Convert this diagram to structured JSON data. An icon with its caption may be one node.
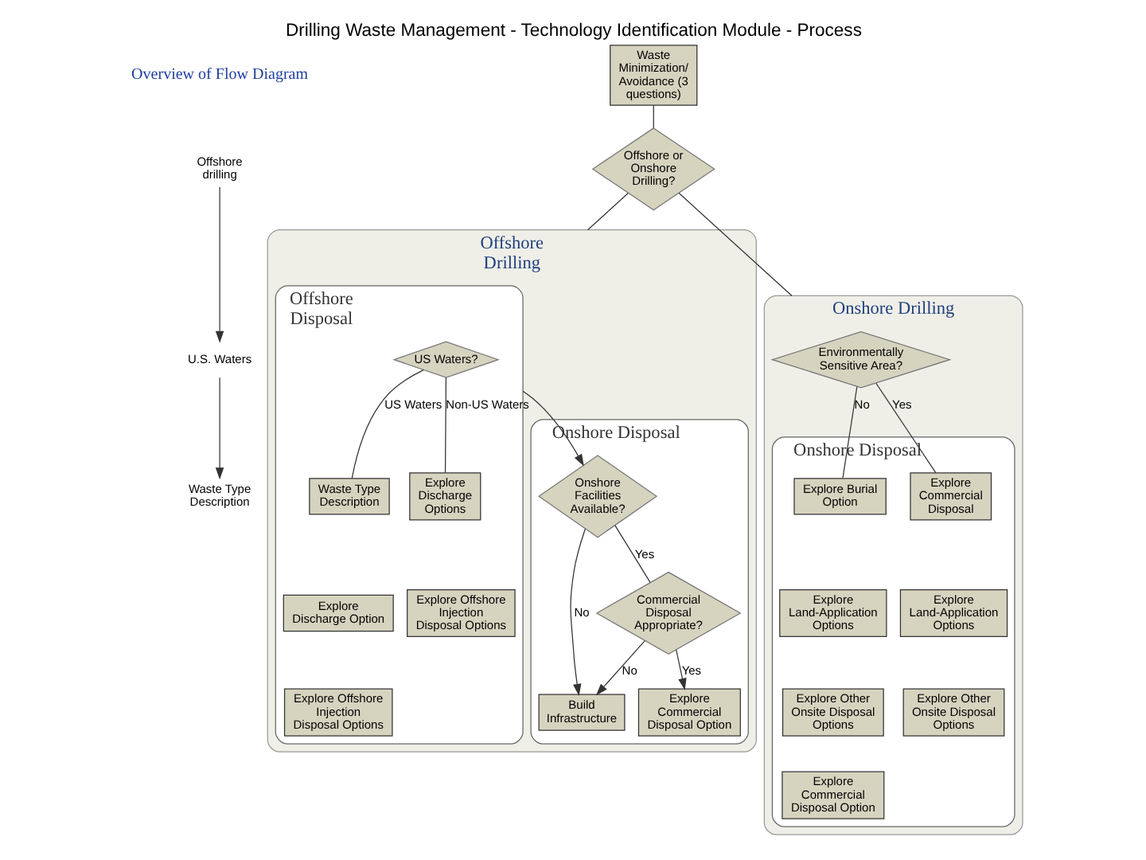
{
  "diagram": {
    "title": "Drilling Waste Management - Technology Identification Module - Process",
    "nodes": [
      {
        "text": [
          "Waste Minimization/ Avoidance (3 questions)"
        ]
      },
      {
        "text": [
          "Offshore or Onshore Drilling?"
        ]
      },
      {
        "text": [
          "Offshore Drilling"
        ]
      },
      {
        "text": [
          "Offshore Disposal"
        ],
        "in": 2
      },
      {
        "text": [
          "US Waters?"
        ],
        "in": 3
      },
      {
        "text": [
          "Waste Type Description"
        ],
        "in": 3
      },
      {
        "text": [
          "Explore Discharge Option"
        ],
        "in": 3
      },
      {
        "text": [
          "Explore Offshore Injection Disposal Options"
        ],
        "in": 3
      },
      {
        "text": [
          "Explore Discharge Options"
        ],
        "in": 3
      },
      {
        "text": [
          "Explore Offshore Injection Disposal Options"
        ],
        "in": 3
      },
      {
        "text": [
          "Onshore Disposal"
        ],
        "in": 2
      },
      {
        "text": [
          "Onshore Facilities Available?"
        ],
        "in": 10
      },
      {
        "text": [
          "Build Infrastructure"
        ],
        "in": 10
      },
      {
        "text": [
          "Commercial Disposal Appropriate?"
        ],
        "in": 10
      },
      {
        "text": [
          "Explore Commercial Disposal Option"
        ],
        "in": 10
      },
      {
        "text": [
          "Onshore Drilling"
        ]
      },
      {
        "text": [
          "Environmentally Sensitive Area?"
        ],
        "in": 15
      },
      {
        "text": [
          "Onshore Disposal"
        ],
        "in": 15
      },
      {
        "text": [
          "Explore Burial Option"
        ],
        "in": 17
      },
      {
        "text": [
          "Explore Land-Application Options"
        ],
        "in": 17
      },
      {
        "text": [
          "Explore Other Onsite Disposal Options"
        ],
        "in": 17
      },
      {
        "text": [
          "Explore Commercial Disposal Option"
        ],
        "in": 17
      },
      {
        "text": [
          "Explore Commercial Disposal"
        ],
        "in": 17
      },
      {
        "text": [
          "Explore Land-Application Options"
        ],
        "in": 17
      },
      {
        "text": [
          "Explore Other Onsite Disposal Options"
        ],
        "in": 17
      },
      {
        "text": [
          "Offshore drilling"
        ]
      },
      {
        "text": [
          "U.S. Waters"
        ]
      },
      {
        "text": [
          "Waste Type Description"
        ]
      }
    ],
    "edges": [
      {
        "from": 0,
        "to": 1,
        "arrow": "none"
      },
      {
        "from": 1,
        "to": 2,
        "arrow": "none"
      },
      {
        "from": 1,
        "to": 15,
        "arrow": "none"
      },
      {
        "from": 4,
        "to": 5,
        "label": "US Waters",
        "arrow": "none"
      },
      {
        "from": 4,
        "to": 8,
        "label": "Non-US Waters",
        "arrow": "none"
      },
      {
        "from": 3,
        "to": 11,
        "arrow": "to"
      },
      {
        "from": 11,
        "to": 12,
        "label": "No",
        "arrow": "to"
      },
      {
        "from": 11,
        "to": 13,
        "label": "Yes",
        "arrow": "none"
      },
      {
        "from": 13,
        "to": 12,
        "label": "No",
        "arrow": "to"
      },
      {
        "from": 13,
        "to": 14,
        "label": "Yes",
        "arrow": "to"
      },
      {
        "from": 16,
        "to": 18,
        "label": "No",
        "arrow": "none"
      },
      {
        "from": 16,
        "to": 22,
        "label": "Yes",
        "arrow": "none"
      },
      {
        "from": 25,
        "to": 26,
        "arrow": "to"
      },
      {
        "from": 26,
        "to": 27,
        "arrow": "to"
      }
    ],
    "labels": [
      "Overview of Flow Diagram"
    ]
  }
}
